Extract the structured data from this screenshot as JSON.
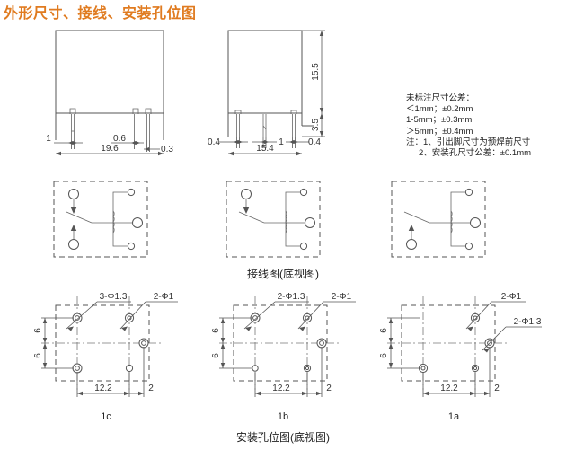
{
  "title": "外形尺寸、接线、安装孔位图",
  "accent_color": "#E07B20",
  "line_color": "#555555",
  "note_block": {
    "heading": "未标注尺寸公差：",
    "lines": [
      "＜1mm；±0.2mm",
      "1-5mm；±0.3mm",
      "＞5mm；±0.4mm"
    ],
    "remark_lead": "注：1、引出脚尺寸为预焊前尺寸",
    "remark_2": "2、安装孔尺寸公差：±0.1mm"
  },
  "outline_views": {
    "front": {
      "dims": {
        "pin_left": "1",
        "pin_gap": "0.6",
        "pin_right": "0.3",
        "width": "19.6"
      }
    },
    "side": {
      "dims": {
        "body_height": "15.5",
        "pin_height": "3.5",
        "pin_left": "0.4",
        "pin_mid": "1",
        "pin_right": "0.4",
        "width": "15.4"
      }
    }
  },
  "wiring_caption": "接线图(底视图)",
  "mounting_caption": "安装孔位图(底视图)",
  "variants": [
    {
      "id": "1c",
      "label": "1c",
      "leaders": [
        {
          "text": "3-Φ1.3"
        },
        {
          "text": "2-Φ1"
        }
      ],
      "dims": {
        "v_top": "6",
        "v_bottom": "6",
        "h_main": "12.2",
        "h_right": "2"
      }
    },
    {
      "id": "1b",
      "label": "1b",
      "leaders": [
        {
          "text": "2-Φ1.3"
        },
        {
          "text": "2-Φ1"
        }
      ],
      "dims": {
        "v_top": "6",
        "v_bottom": "6",
        "h_main": "12.2",
        "h_right": "2"
      }
    },
    {
      "id": "1a",
      "label": "1a",
      "leaders": [
        {
          "text": "2-Φ1"
        },
        {
          "text": "2-Φ1.3"
        }
      ],
      "dims": {
        "v_top": "6",
        "v_bottom": "6",
        "h_main": "12.2",
        "h_right": "2"
      }
    }
  ]
}
